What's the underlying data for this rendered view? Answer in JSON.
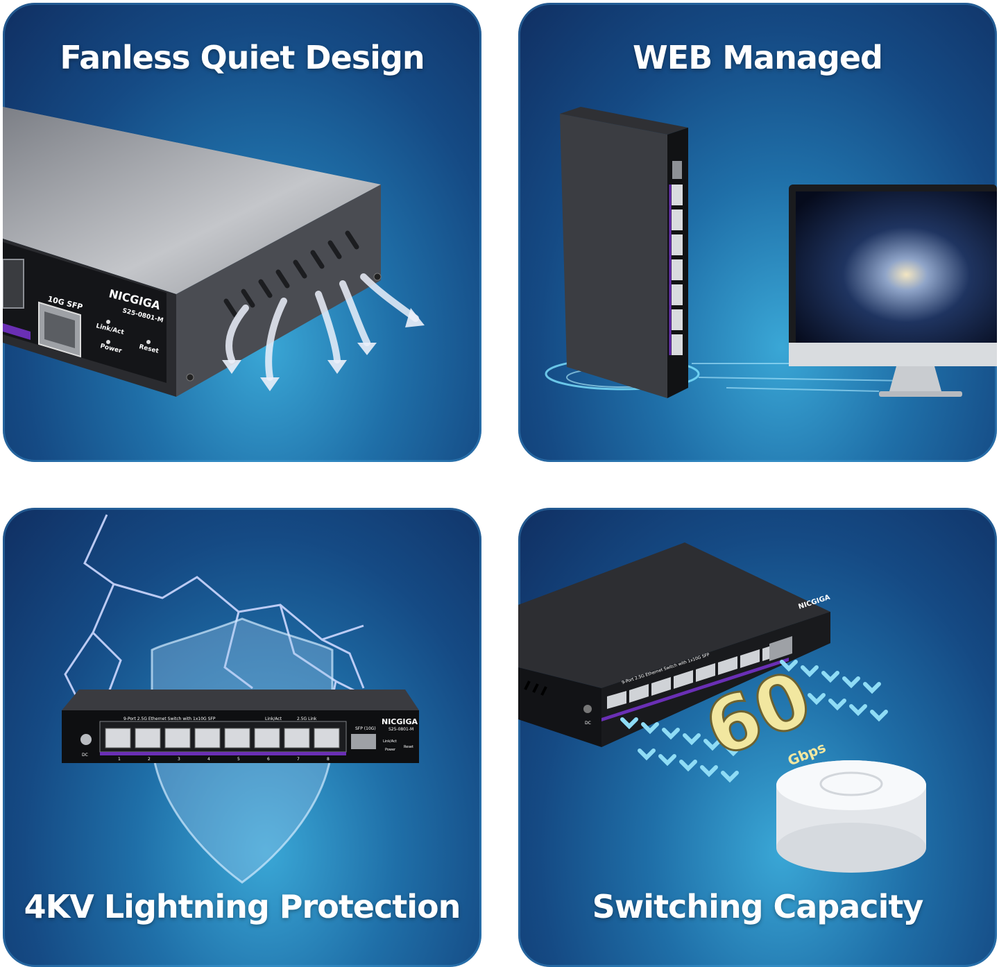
{
  "cards": [
    {
      "title": "Fanless Quiet Design",
      "device": {
        "brand": "NICGIGA",
        "model": "S25-0801-M",
        "sfp_label": "10G SFP",
        "led_labels": [
          "Link/Act",
          "Power",
          "Reset"
        ]
      }
    },
    {
      "title": "WEB Managed"
    },
    {
      "title": "4KV Lightning Protection",
      "device": {
        "brand": "NICGIGA",
        "model": "S25-0801-M",
        "front_label": "9-Port 2.5G Ethernet Switch with 1x10G SFP",
        "legend": [
          "Link/Act",
          "2.5G Link"
        ],
        "sfp_label": "SFP (10G)",
        "dc_label": "DC",
        "port_numbers": [
          "1",
          "2",
          "3",
          "4",
          "5",
          "6",
          "7",
          "8"
        ],
        "led_labels": [
          "Link/Act",
          "Power",
          "Reset"
        ]
      }
    },
    {
      "title": "Switching Capacity",
      "device": {
        "brand": "NICGIGA",
        "dc_label": "DC",
        "front_label": "9-Port 2.5G Ethernet Switch with 1x10G SFP"
      },
      "capacity": {
        "value": "60",
        "unit": "Gbps"
      }
    }
  ],
  "colors": {
    "card_bg_dark": "#102f62",
    "card_bg_light": "#3aa7d6",
    "accent_purple": "#6a2fb5",
    "capacity_yellow": "#f2e7a0",
    "chevron_cyan": "#8fdcf5"
  }
}
